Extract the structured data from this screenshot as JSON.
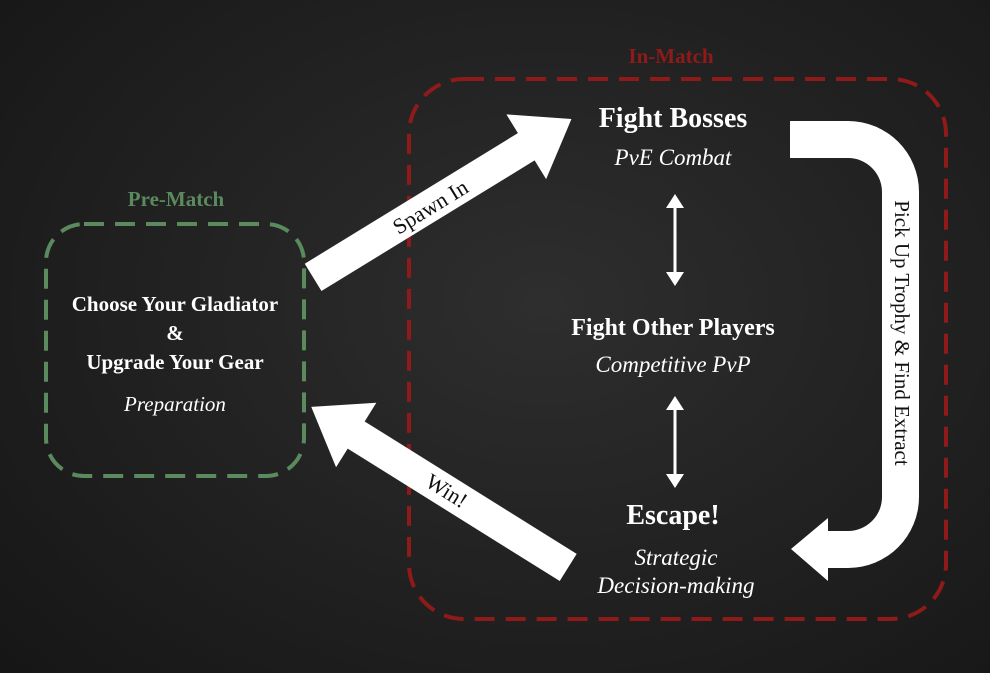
{
  "colors": {
    "background": "#222222",
    "pre_match": "#5a8a5e",
    "in_match": "#8e1a1a",
    "text": "#ffffff",
    "arrow": "#ffffff",
    "arrow_text": "#111111"
  },
  "regions": {
    "pre_match": {
      "label": "Pre-Match"
    },
    "in_match": {
      "label": "In-Match"
    }
  },
  "pre_match_box": {
    "line1": "Choose Your Gladiator",
    "line2": "&",
    "line3": "Upgrade Your Gear",
    "subtitle": "Preparation"
  },
  "stages": {
    "bosses": {
      "title": "Fight Bosses",
      "subtitle": "PvE Combat"
    },
    "players": {
      "title": "Fight Other Players",
      "subtitle": "Competitive PvP"
    },
    "escape": {
      "title": "Escape!",
      "subtitle_line1": "Strategic",
      "subtitle_line2": "Decision-making"
    }
  },
  "arrows": {
    "spawn": "Spawn In",
    "win": "Win!",
    "extract": "Pick Up Trophy & Find Extract"
  }
}
